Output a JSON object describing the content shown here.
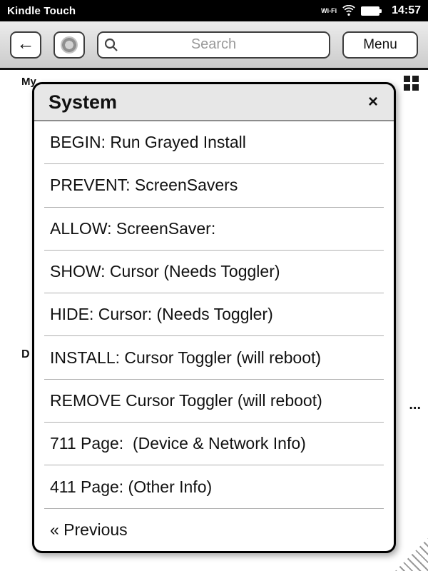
{
  "colors": {
    "status_bar_bg": "#000000",
    "toolbar_bg": "#d9d9d9",
    "dialog_border": "#000000",
    "separator": "#b0b0b0"
  },
  "status_bar": {
    "device_name": "Kindle Touch",
    "wifi_label": "Wi-Fi",
    "time": "14:57"
  },
  "toolbar": {
    "back_glyph": "←",
    "search_placeholder": "Search",
    "menu_label": "Menu"
  },
  "background_page": {
    "partial_title": "My",
    "partial_text_left": "D",
    "partial_text_right": "..."
  },
  "dialog": {
    "title": "System",
    "close_glyph": "×",
    "items": [
      "BEGIN: Run Grayed Install",
      "PREVENT: ScreenSavers",
      "ALLOW: ScreenSaver:",
      "SHOW: Cursor (Needs Toggler)",
      "HIDE: Cursor: (Needs Toggler)",
      "INSTALL: Cursor Toggler (will reboot)",
      "REMOVE Cursor Toggler (will reboot)",
      "711 Page:  (Device & Network Info)",
      "411 Page: (Other Info)",
      "« Previous"
    ]
  }
}
